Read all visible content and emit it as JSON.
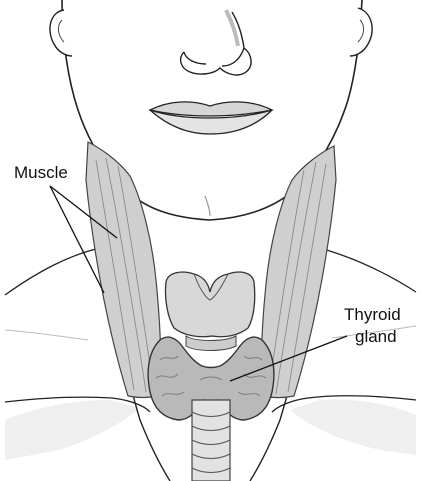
{
  "labels": {
    "muscle": "Muscle",
    "thyroid_line1": "Thyroid",
    "thyroid_line2": "gland"
  },
  "colors": {
    "background": "#ffffff",
    "outline": "#222222",
    "skin": "#ffffff",
    "shade": "#e6e6e6",
    "muscle": "#cfcfcf",
    "thyroid": "#b9b9b9",
    "cartilage": "#d8d8d8"
  }
}
